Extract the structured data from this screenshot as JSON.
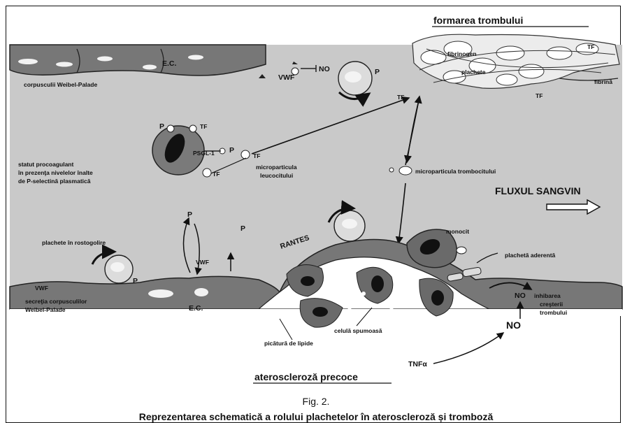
{
  "figure": {
    "fig_label": "Fig. 2.",
    "caption": "Reprezentarea schematică a rolului plachetelor în ateroscleroză și tromboză"
  },
  "labels": {
    "thrombus_title": "formarea trombului",
    "ec_top": "E.C.",
    "weibel_palade": "corpusculii Weibel-Palade",
    "no_top": "NO",
    "vwf_top": "VWF",
    "fibrinogen": "fibrinogen",
    "plachete_top": "plachete",
    "fibrina": "fibrină",
    "tf_1": "TF",
    "tf_2": "TF",
    "tf_3": "TF",
    "tf_4": "TF",
    "tf_5": "TF",
    "tf_6": "TF",
    "p_1": "P",
    "p_2": "P",
    "p_3": "P",
    "p_4": "P",
    "p_5": "P",
    "p_6": "P",
    "psgl": "PSGL-1",
    "status_line1": "statut procoagulant",
    "status_line2": "în prezenţa nivelelor înalte",
    "status_line3": "de P-selectină plasmatică",
    "mp_leuco_line1": "microparticula",
    "mp_leuco_line2": "leucocitului",
    "mp_platelet": "microparticula trombocitului",
    "flow": "FLUXUL SANGVIN",
    "rolling": "plachete în rostogolire",
    "rantes": "RANTES",
    "monocyte": "monocit",
    "adherent": "plachetă aderentă",
    "vwf_bottom_left": "VWF",
    "vwf_bottom": "VWF",
    "ec_bottom": "E.C.",
    "secretion_line1": "secreţia corpusculilor",
    "secretion_line2": "Weibel-Palade",
    "foam": "celulă spumoasă",
    "lipid": "picătură de lipide",
    "no_right": "NO",
    "no_bottom": "NO",
    "inhibition_line1": "inhibarea",
    "inhibition_line2": "creşterii",
    "inhibition_line3": "trombului",
    "tnf": "TNFα",
    "atherosclerosis": "ateroscleroză precoce"
  }
}
